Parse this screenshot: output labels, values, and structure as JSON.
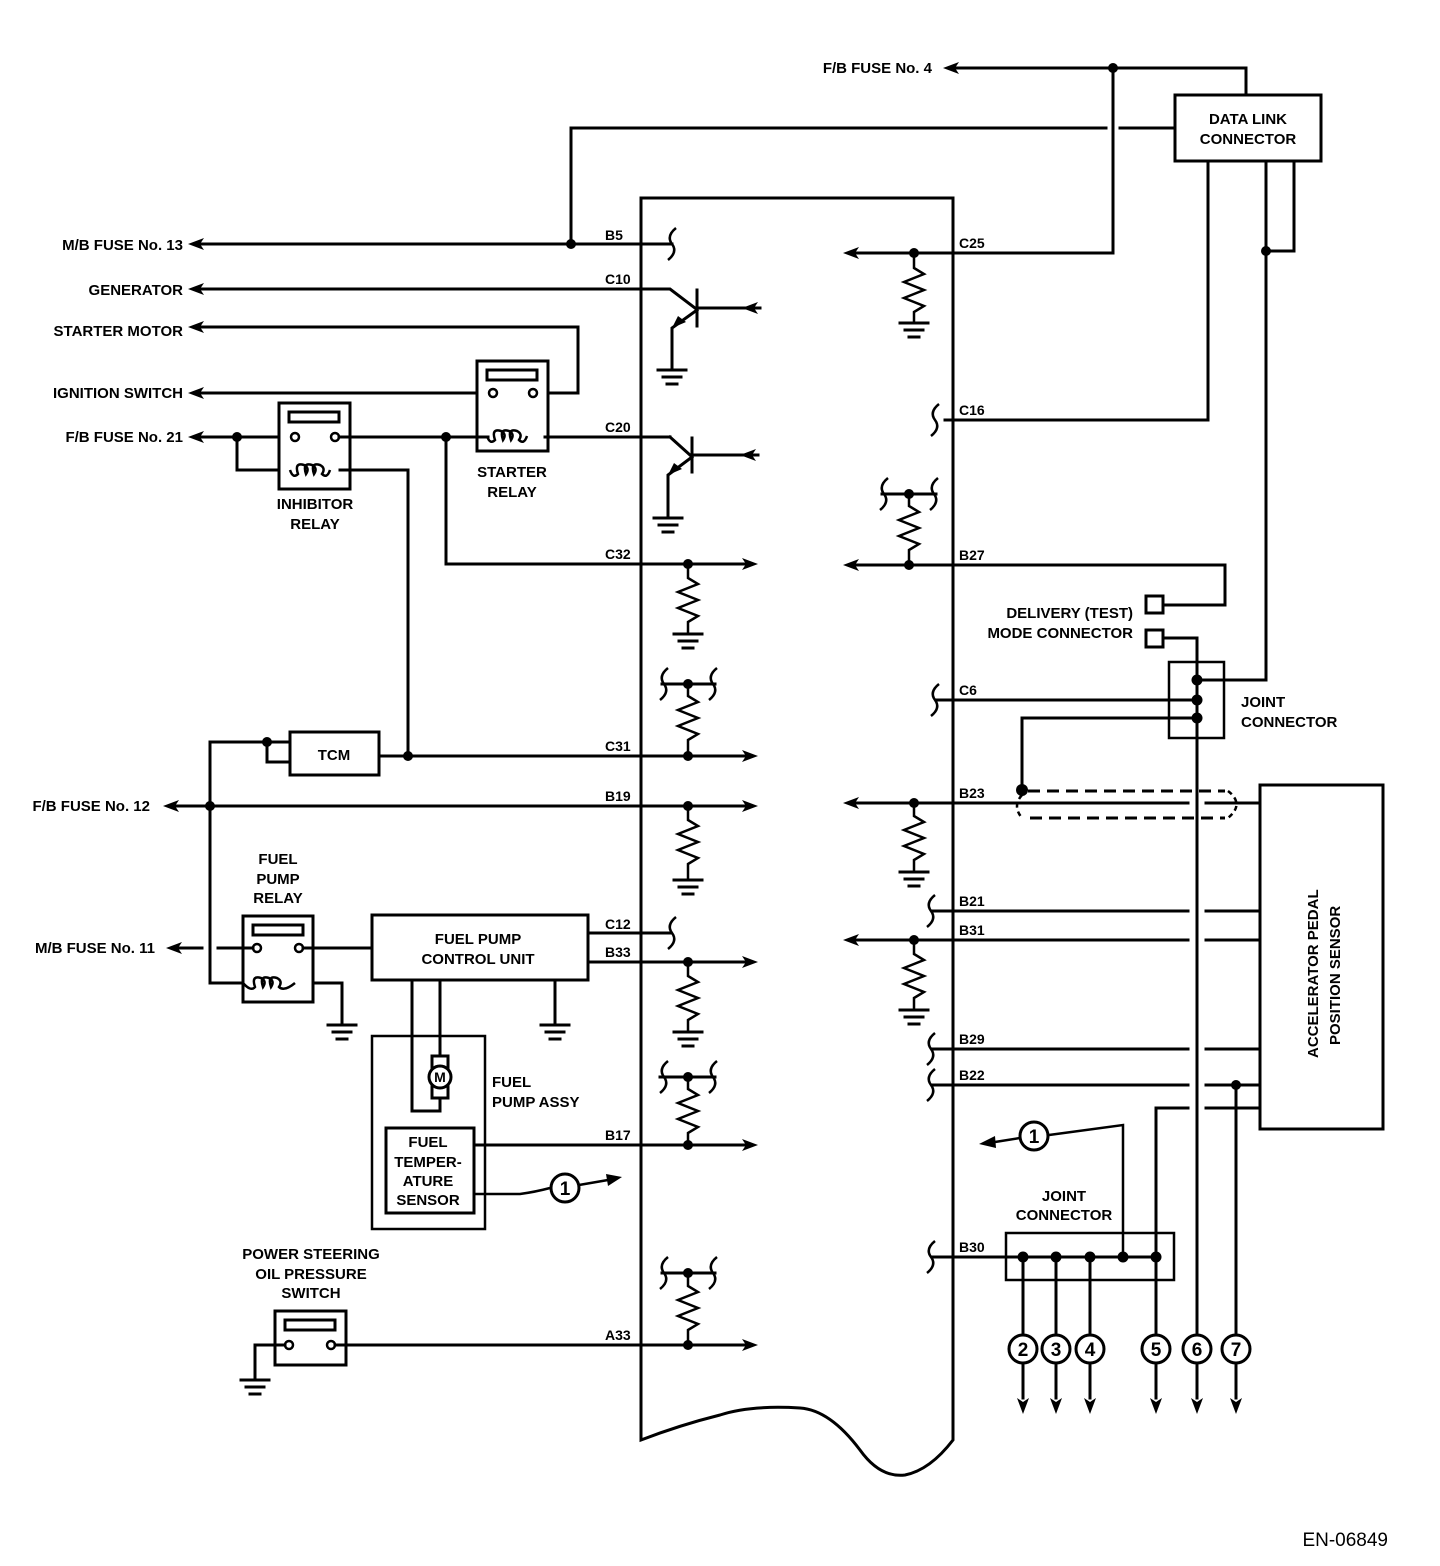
{
  "diagram": {
    "type": "wiring-schematic",
    "figure_id": "EN-06849",
    "destinations_left": {
      "mb_fuse_13": "M/B FUSE No. 13",
      "generator": "GENERATOR",
      "starter_motor": "STARTER MOTOR",
      "ignition_switch": "IGNITION SWITCH",
      "fb_fuse_21": "F/B FUSE No. 21",
      "fb_fuse_12": "F/B FUSE No. 12",
      "mb_fuse_11": "M/B FUSE No. 11"
    },
    "destinations_top": {
      "fb_fuse_4": "F/B FUSE No. 4"
    },
    "components": {
      "data_link_connector": [
        "DATA LINK",
        "CONNECTOR"
      ],
      "inhibitor_relay": [
        "INHIBITOR",
        "RELAY"
      ],
      "starter_relay": [
        "STARTER",
        "RELAY"
      ],
      "tcm": "TCM",
      "fuel_pump_relay": [
        "FUEL",
        "PUMP",
        "RELAY"
      ],
      "fuel_pump_control_unit": [
        "FUEL PUMP",
        "CONTROL UNIT"
      ],
      "fuel_pump_assy": [
        "FUEL",
        "PUMP ASSY"
      ],
      "motor_symbol": "M",
      "fuel_temperature_sensor": [
        "FUEL",
        "TEMPER-",
        "ATURE",
        "SENSOR"
      ],
      "power_steering_switch": [
        "POWER STEERING",
        "OIL PRESSURE",
        "SWITCH"
      ],
      "delivery_mode_connector": [
        "DELIVERY (TEST)",
        "MODE CONNECTOR"
      ],
      "joint_connector_upper": [
        "JOINT",
        "CONNECTOR"
      ],
      "joint_connector_lower": [
        "JOINT",
        "CONNECTOR"
      ],
      "accelerator_pedal_sensor": [
        "ACCELERATOR PEDAL",
        "POSITION SENSOR"
      ]
    },
    "ecm_pins_left": {
      "b5": "B5",
      "c10": "C10",
      "c20": "C20",
      "c32": "C32",
      "c31": "C31",
      "b19": "B19",
      "c12": "C12",
      "b33": "B33",
      "b17": "B17",
      "a33": "A33"
    },
    "ecm_pins_right": {
      "c25": "C25",
      "c16": "C16",
      "b27": "B27",
      "c6": "C6",
      "b23": "B23",
      "b21": "B21",
      "b31": "B31",
      "b29": "B29",
      "b22": "B22",
      "b30": "B30"
    },
    "connection_markers": {
      "m1a": "1",
      "m1b": "1",
      "m2": "2",
      "m3": "3",
      "m4": "4",
      "m5": "5",
      "m6": "6",
      "m7": "7"
    }
  }
}
